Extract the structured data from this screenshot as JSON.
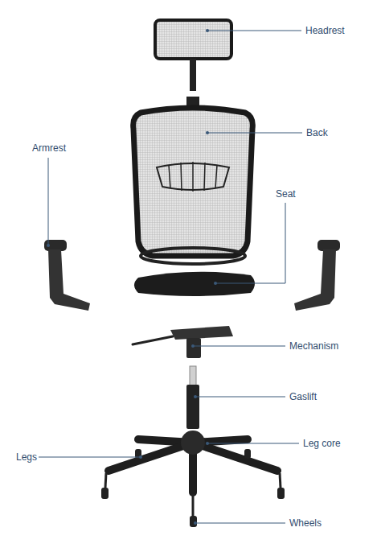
{
  "diagram": {
    "labels": [
      "Headrest",
      "Back",
      "Armrest",
      "Seat",
      "Mechanism",
      "Gaslift",
      "Leg core",
      "Legs",
      "Wheels"
    ]
  }
}
